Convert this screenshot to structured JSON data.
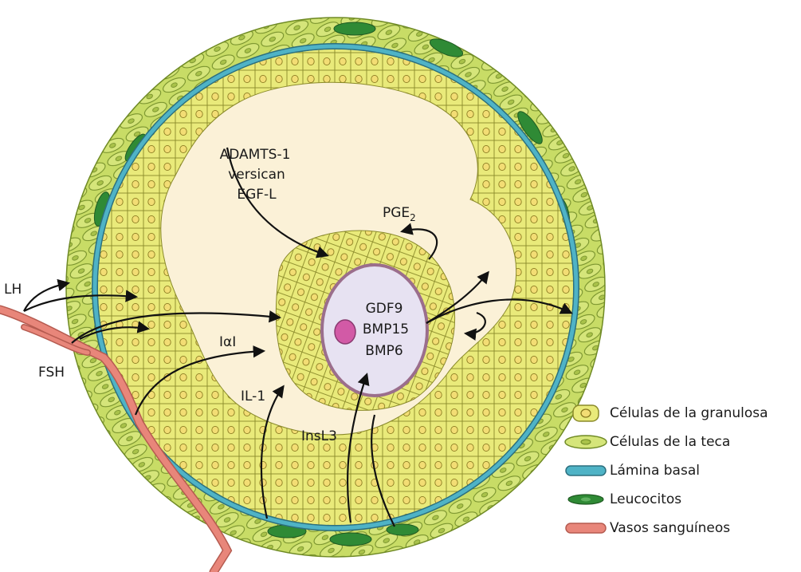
{
  "labels": {
    "adamts": "ADAMTS-1",
    "versican": "versican",
    "egfl": "EGF-L",
    "pge2_main": "PGE",
    "pge2_sub": "2",
    "lh": "LH",
    "fsh": "FSH",
    "iai": "IαI",
    "il1": "IL-1",
    "insl3": "InsL3",
    "gdf9": "GDF9",
    "bmp15": "BMP15",
    "bmp6": "BMP6"
  },
  "legend": [
    {
      "label": "Células de la granulosa",
      "symbol": "granulosa-cell"
    },
    {
      "label": "Células de la teca",
      "symbol": "theca-cell"
    },
    {
      "label": "Lámina basal",
      "symbol": "basal-lamina"
    },
    {
      "label": "Leucocitos",
      "symbol": "leukocyte"
    },
    {
      "label": "Vasos sanguíneos",
      "symbol": "blood-vessel"
    }
  ],
  "colors": {
    "granulosa_fill": "#e9ea7a",
    "granulosa_nucleus": "#f2e07a",
    "cell_outline": "#8a8a2a",
    "theca_fill": "#c9dd6a",
    "theca_dark": "#2f7a33",
    "basal_lamina": "#3aa3b8",
    "leukocyte": "#2f8a35",
    "vessel": "#e8867a",
    "antrum": "#fbf1d7",
    "oocyte_fill": "#e7e2f2",
    "oocyte_ring": "#9b6e8c",
    "oocyte_nucleus": "#d25aa6",
    "arrow": "#111111"
  }
}
